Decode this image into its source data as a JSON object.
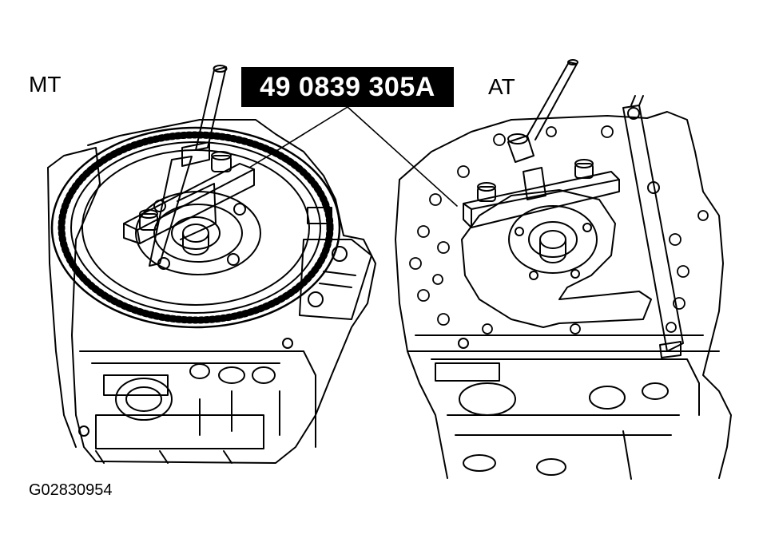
{
  "labels": {
    "mt": "MT",
    "at": "AT",
    "part_number": "49 0839 305A",
    "figure_id": "G02830954"
  },
  "colors": {
    "ink": "#000000",
    "paper": "#ffffff",
    "callout_box": "#000000",
    "callout_text": "#ffffff"
  }
}
